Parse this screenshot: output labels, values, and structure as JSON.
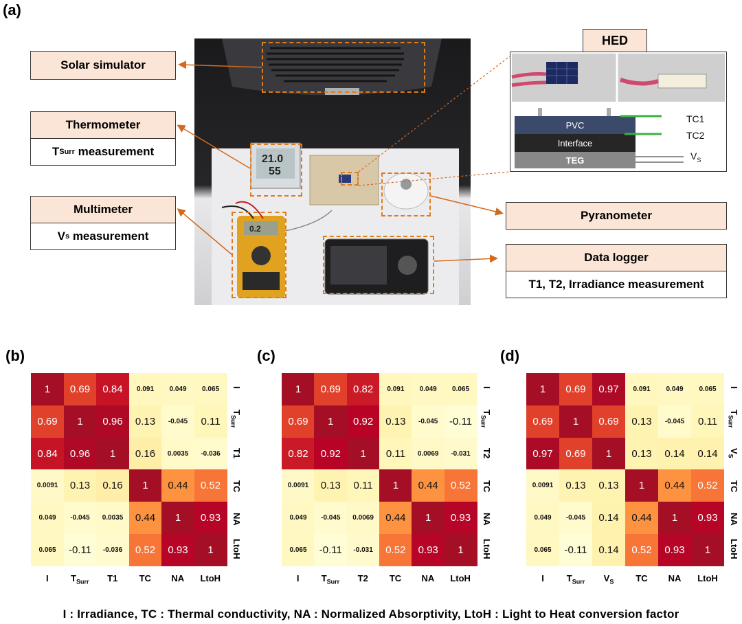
{
  "panel_a": {
    "label": "(a)",
    "boxes": {
      "solar_simulator": "Solar simulator",
      "thermometer": "Thermometer",
      "tsurr_measurement_prefix": "T",
      "tsurr_measurement_sub": "Surr",
      "tsurr_measurement_suffix": " measurement",
      "multimeter": "Multimeter",
      "vs_measurement_prefix": "V",
      "vs_measurement_sub": "s",
      "vs_measurement_suffix": " measurement",
      "pyranometer": "Pyranometer",
      "data_logger": "Data logger",
      "dl_measurement": "T1, T2, Irradiance measurement"
    },
    "hed": {
      "title": "HED",
      "layers": [
        "PVC",
        "Interface",
        "TEG"
      ],
      "probes": [
        "TC1",
        "TC2",
        "VS"
      ]
    },
    "photo_readouts": {
      "thermometer_top": "21.0",
      "thermometer_bottom": "55",
      "multimeter": "0.2"
    }
  },
  "heatmaps": [
    {
      "label": "(b)",
      "x_labels": [
        "I",
        "TSurr",
        "T1",
        "TC",
        "NA",
        "LtoH"
      ],
      "y_labels": [
        "I",
        "TSurr",
        "T1",
        "TC",
        "NA",
        "LtoH"
      ],
      "values": [
        [
          "1",
          "0.69",
          "0.84",
          "0.091",
          "0.049",
          "0.065"
        ],
        [
          "0.69",
          "1",
          "0.96",
          "0.13",
          "-0.045",
          "0.11"
        ],
        [
          "0.84",
          "0.96",
          "1",
          "0.16",
          "0.0035",
          "-0.036"
        ],
        [
          "0.0091",
          "0.13",
          "0.16",
          "1",
          "0.44",
          "0.52"
        ],
        [
          "0.049",
          "-0.045",
          "0.0035",
          "0.44",
          "1",
          "0.93"
        ],
        [
          "0.065",
          "-0.11",
          "-0.036",
          "0.52",
          "0.93",
          "1"
        ]
      ]
    },
    {
      "label": "(c)",
      "x_labels": [
        "I",
        "TSurr",
        "T2",
        "TC",
        "NA",
        "LtoH"
      ],
      "y_labels": [
        "I",
        "TSurr",
        "T2",
        "TC",
        "NA",
        "LtoH"
      ],
      "values": [
        [
          "1",
          "0.69",
          "0.82",
          "0.091",
          "0.049",
          "0.065"
        ],
        [
          "0.69",
          "1",
          "0.92",
          "0.13",
          "-0.045",
          "-0.11"
        ],
        [
          "0.82",
          "0.92",
          "1",
          "0.11",
          "0.0069",
          "-0.031"
        ],
        [
          "0.0091",
          "0.13",
          "0.11",
          "1",
          "0.44",
          "0.52"
        ],
        [
          "0.049",
          "-0.045",
          "0.0069",
          "0.44",
          "1",
          "0.93"
        ],
        [
          "0.065",
          "-0.11",
          "-0.031",
          "0.52",
          "0.93",
          "1"
        ]
      ]
    },
    {
      "label": "(d)",
      "x_labels": [
        "I",
        "TSurr",
        "VS",
        "TC",
        "NA",
        "LtoH"
      ],
      "y_labels": [
        "I",
        "TSurr",
        "VS",
        "TC",
        "NA",
        "LtoH"
      ],
      "values": [
        [
          "1",
          "0.69",
          "0.97",
          "0.091",
          "0.049",
          "0.065"
        ],
        [
          "0.69",
          "1",
          "0.69",
          "0.13",
          "-0.045",
          "0.11"
        ],
        [
          "0.97",
          "0.69",
          "1",
          "0.13",
          "0.14",
          "0.14"
        ],
        [
          "0.0091",
          "0.13",
          "0.13",
          "1",
          "0.44",
          "0.52"
        ],
        [
          "0.049",
          "-0.045",
          "0.14",
          "0.44",
          "1",
          "0.93"
        ],
        [
          "0.065",
          "-0.11",
          "0.14",
          "0.52",
          "0.93",
          "1"
        ]
      ]
    }
  ],
  "caption": "I : Irradiance, TC : Thermal conductivity, NA : Normalized Absorptivity, LtoH : Light to Heat conversion factor",
  "colors": {
    "accent_orange": "#e07b1a",
    "peach": "#fbe5d6",
    "heat_max": "#a50f26",
    "heat_low": "#ffffcc"
  }
}
